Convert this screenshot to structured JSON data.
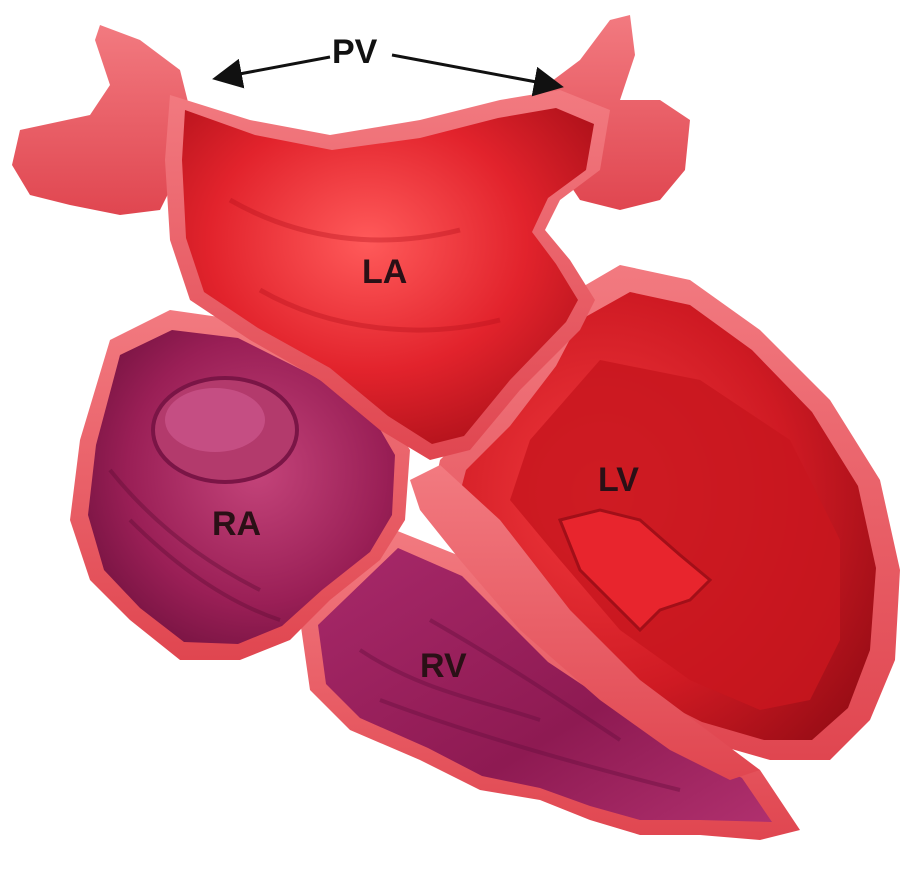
{
  "figure": {
    "background": "#ffffff",
    "colors": {
      "left_heart": "#e0212b",
      "left_heart_rim": "#f06a70",
      "right_heart": "#9c1f55",
      "right_heart_rim": "#e8707a",
      "label_text": "#2a1016",
      "arrow": "#111111"
    }
  },
  "labels": {
    "pv": "PV",
    "la": "LA",
    "lv": "LV",
    "ra": "RA",
    "rv": "RV"
  }
}
